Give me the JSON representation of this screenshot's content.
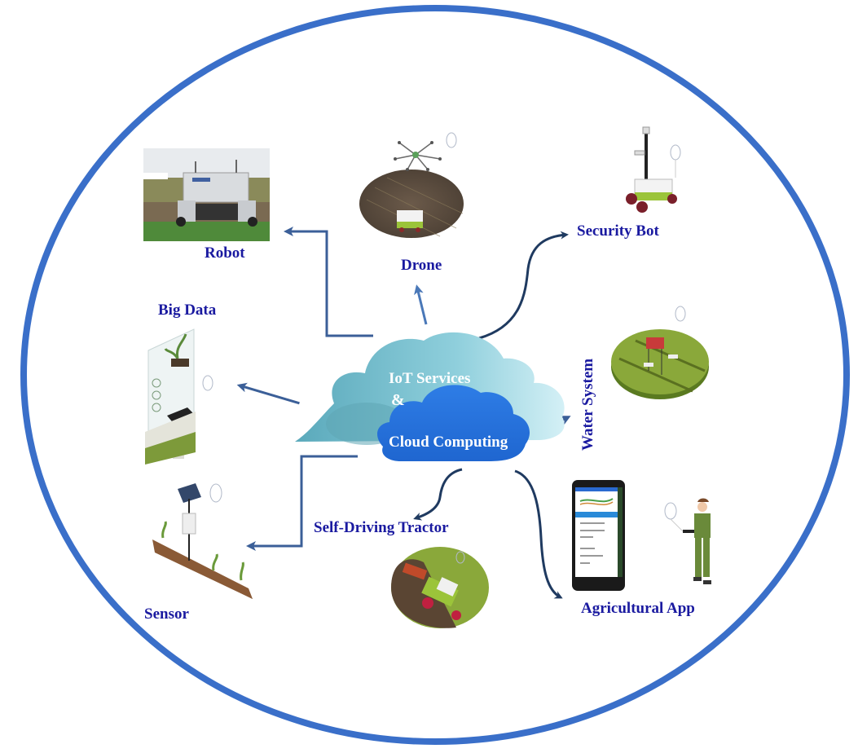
{
  "diagram": {
    "title": "IoT Services & Cloud Computing in Smart Agriculture",
    "colors": {
      "ellipse_border": "#3a6fc9",
      "label_text": "#1a1aa0",
      "arrow_straight": "#3b5f98",
      "arrow_curved": "#1f3a60",
      "arrow_light": "#4a78b8",
      "cloud_back": "#6fb8c8",
      "cloud_back_light": "#b8e3ec",
      "cloud_front": "#2a73e0"
    },
    "center": {
      "line1": "IoT Services",
      "line2": "&",
      "line3": "Cloud Computing"
    },
    "nodes": [
      {
        "id": "robot",
        "label": "Robot",
        "icon": "field-robot-photo"
      },
      {
        "id": "drone",
        "label": "Drone",
        "icon": "drone-over-field"
      },
      {
        "id": "security-bot",
        "label": "Security Bot",
        "icon": "security-robot"
      },
      {
        "id": "big-data",
        "label": "Big Data",
        "icon": "big-data-dashboard"
      },
      {
        "id": "water-system",
        "label": "Water System",
        "icon": "irrigation-system"
      },
      {
        "id": "sensor",
        "label": "Sensor",
        "icon": "solar-sensor-station"
      },
      {
        "id": "self-driving-tractor",
        "label": "Self-Driving Tractor",
        "icon": "autonomous-tractor"
      },
      {
        "id": "agricultural-app",
        "label": "Agricultural App",
        "icon": "phone-app-farmer"
      }
    ]
  }
}
